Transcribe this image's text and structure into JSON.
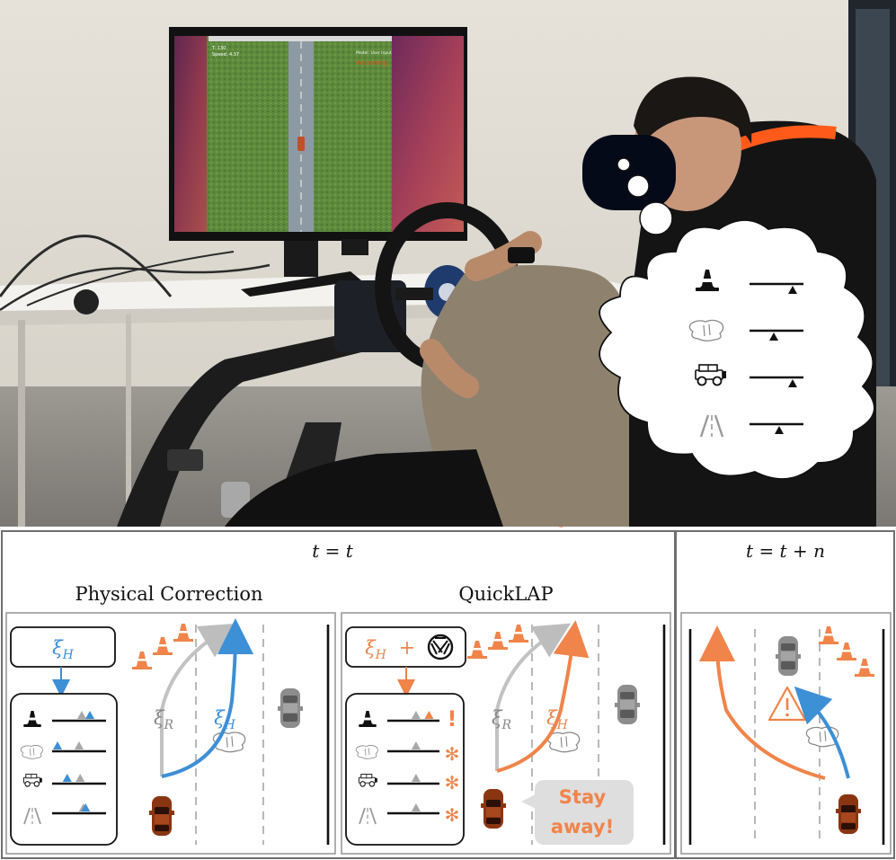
{
  "colors": {
    "orange": "#f0844a",
    "blue": "#3d8fd6",
    "gray": "#9a9a9a",
    "car_brown": "#8a3512",
    "frame": "#6f6f6f"
  },
  "monitor": {
    "line1": "T: 130",
    "line2": "Speed: 4.37",
    "line3": "Model: User Input",
    "line4": "Recording"
  },
  "thought_bubble": {
    "icons": [
      "traffic-cone-icon",
      "pothole-icon",
      "offroad-vehicle-icon",
      "road-lanes-icon"
    ],
    "slider_levels": [
      0.8,
      0.45,
      0.8,
      0.55
    ]
  },
  "panels": {
    "time_now": "t = t",
    "time_later": "t = t + n",
    "physical_title": "Physical Correction",
    "quicklap_title": "QuickLAP",
    "physical": {
      "xi_h_box": "ξH",
      "robot_label": "ξR",
      "human_label": "ξH",
      "row_icons": [
        "traffic-cone-icon",
        "pothole-icon",
        "offroad-vehicle-icon",
        "road-lanes-icon"
      ]
    },
    "quicklap": {
      "xi_h_box": "ξH",
      "plus": "+",
      "llm_icon": "openai-logo-icon",
      "robot_label": "ξR",
      "human_label": "ξH",
      "markers": [
        "!",
        "✻",
        "✻",
        "✻"
      ],
      "speech": [
        "Stay",
        "away!"
      ]
    }
  }
}
